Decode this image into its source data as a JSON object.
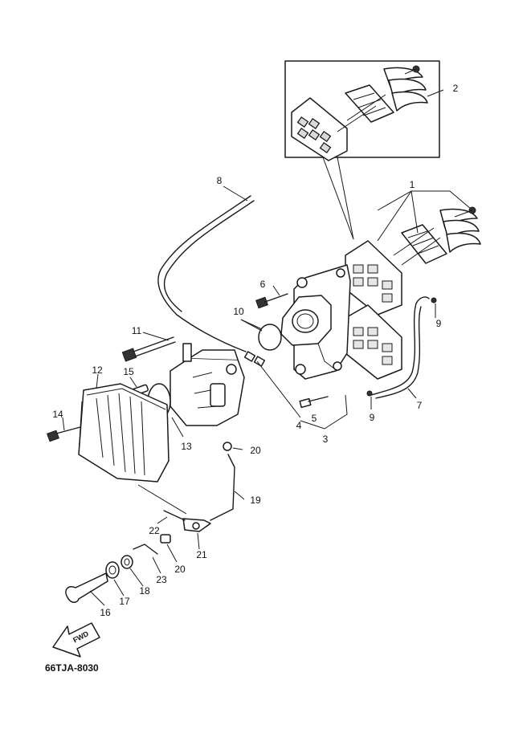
{
  "diagram": {
    "callouts": [
      "1",
      "2",
      "3",
      "4",
      "5",
      "6",
      "7",
      "8",
      "9",
      "9",
      "10",
      "11",
      "12",
      "13",
      "14",
      "15",
      "16",
      "17",
      "18",
      "19",
      "20",
      "20",
      "21",
      "22",
      "23"
    ],
    "direction_badge": "FWD",
    "drawing_code": "66TJA-8030"
  }
}
